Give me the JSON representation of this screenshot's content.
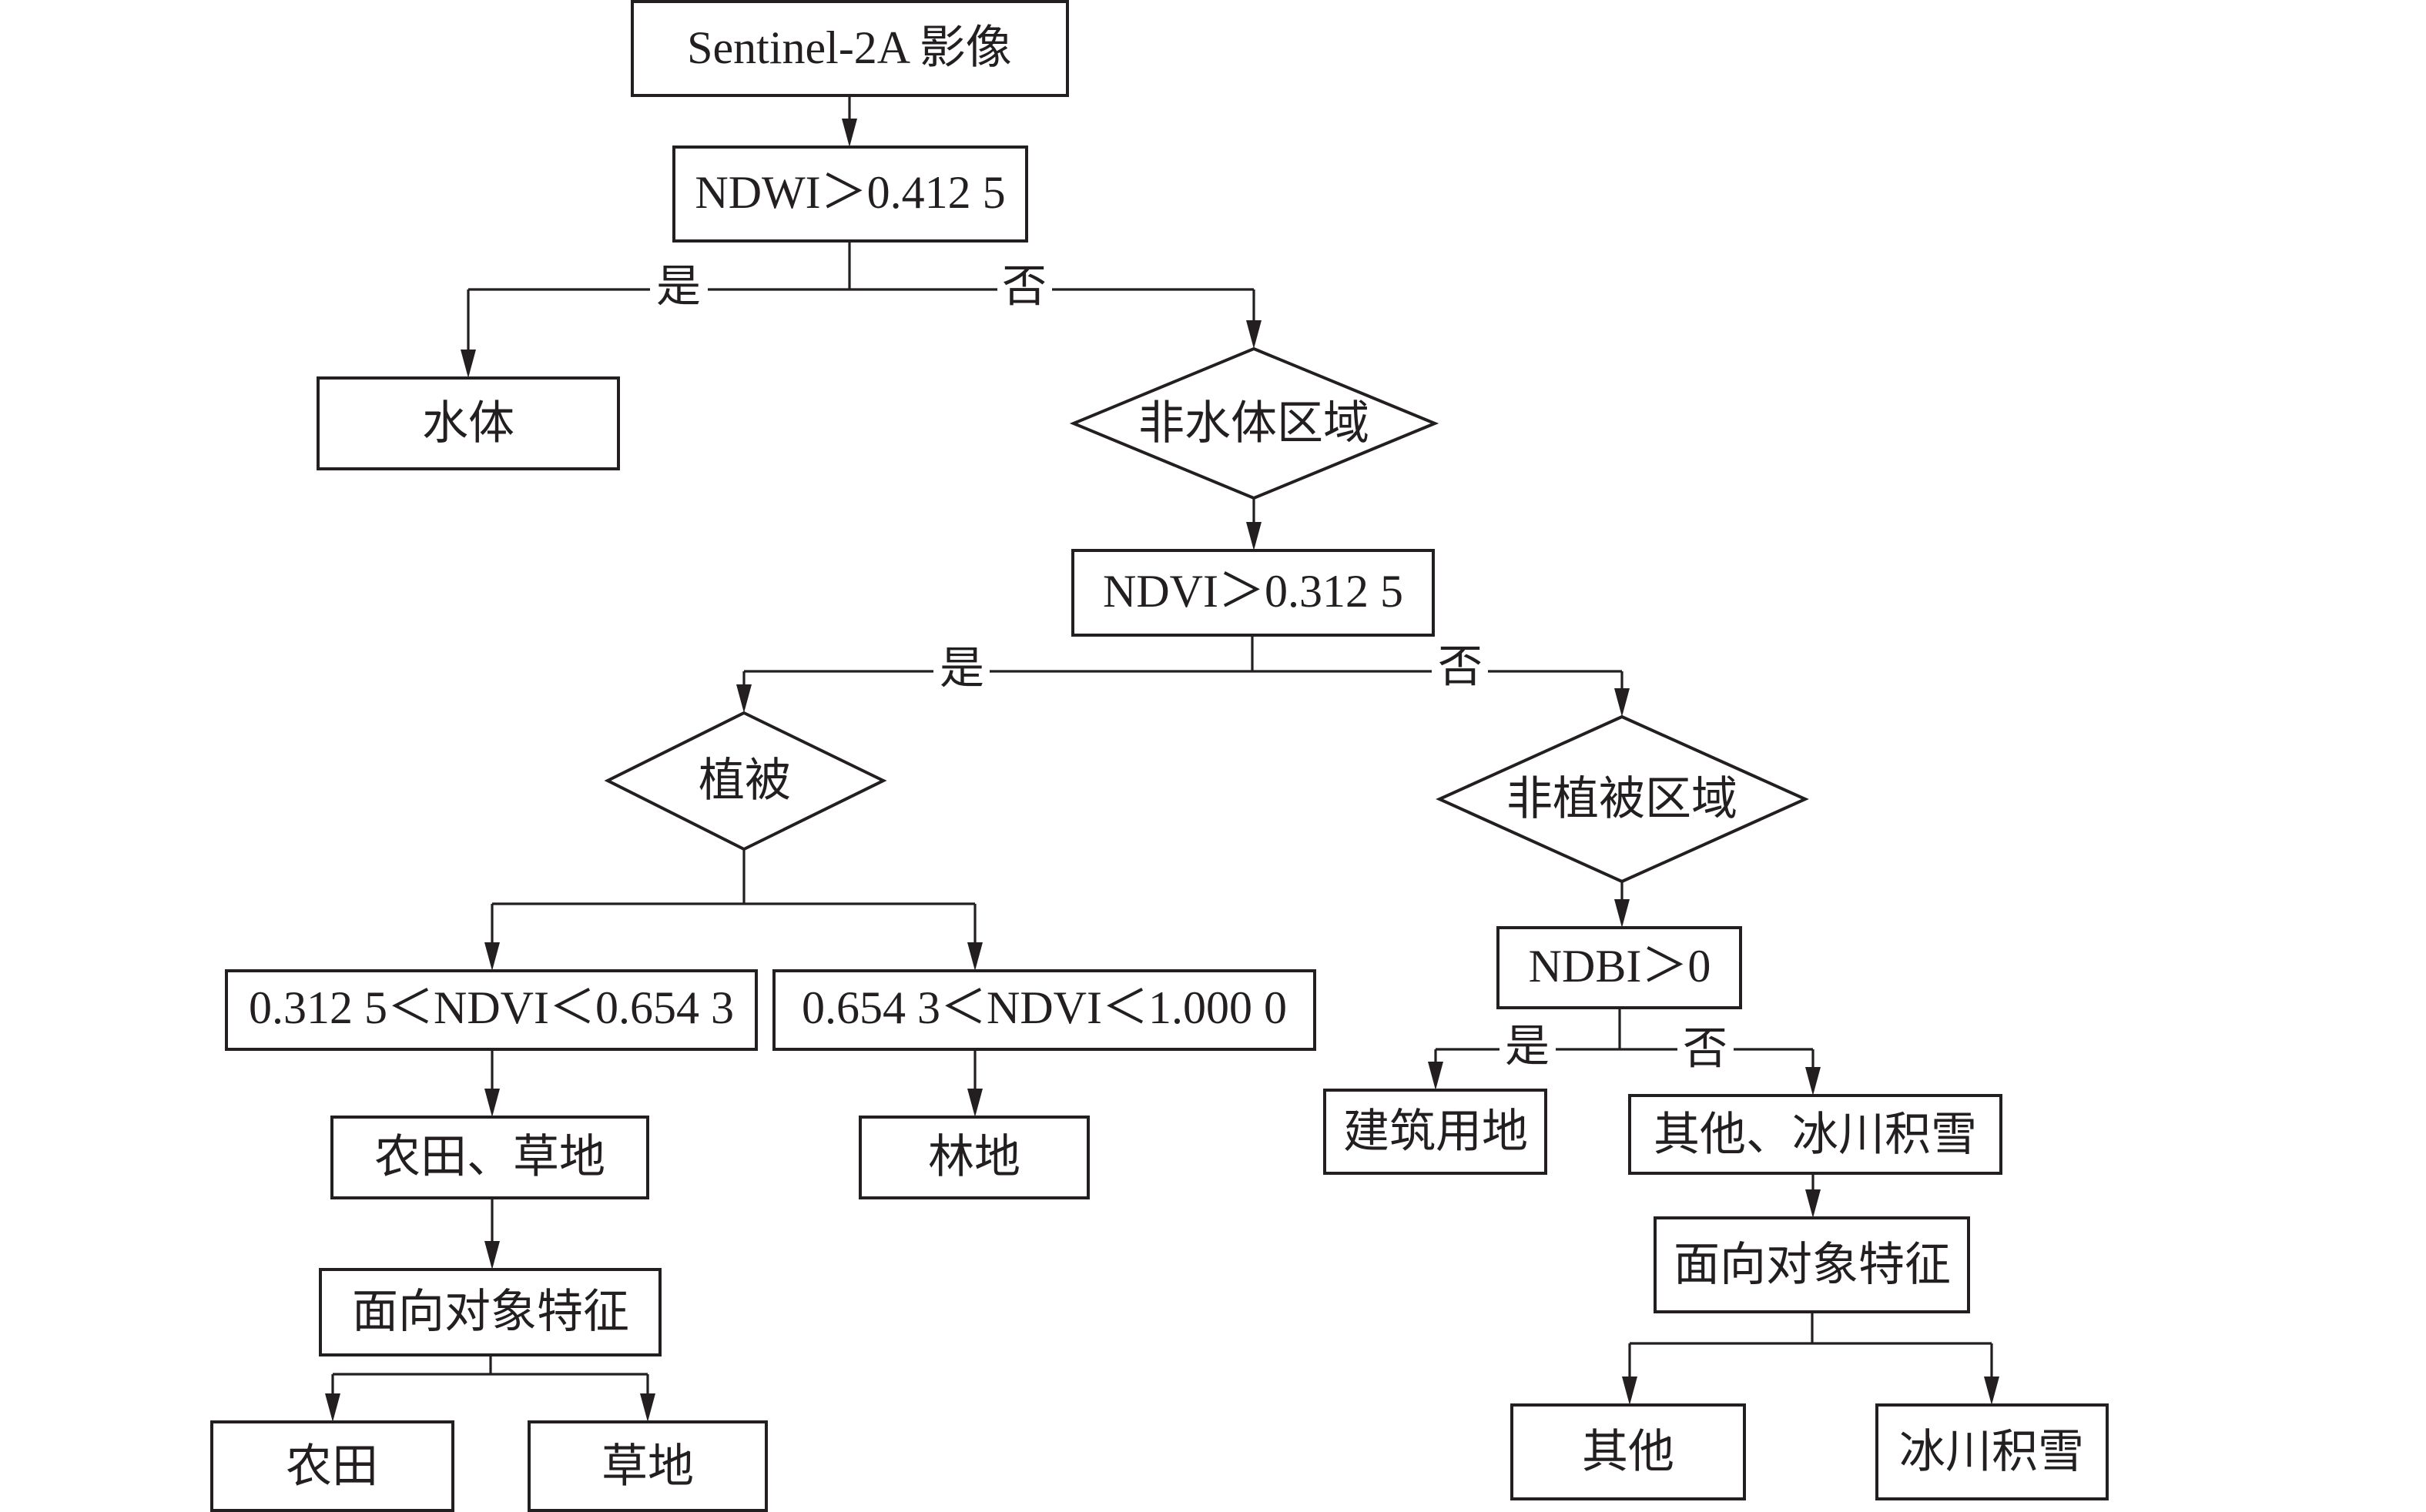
{
  "colors": {
    "stroke": "#231f20",
    "text": "#231f20",
    "background": "#ffffff"
  },
  "nodes": {
    "source": {
      "label": "Sentinel-2A 影像",
      "shape": "rect"
    },
    "ndwi_test": {
      "label": "NDWI＞0.412 5",
      "shape": "rect"
    },
    "water": {
      "label": "水体",
      "shape": "rect"
    },
    "non_water": {
      "label": "非水体区域",
      "shape": "diamond"
    },
    "ndvi_test": {
      "label": "NDVI＞0.312 5",
      "shape": "rect"
    },
    "vegetation": {
      "label": "植被",
      "shape": "diamond"
    },
    "non_vegetation": {
      "label": "非植被区域",
      "shape": "diamond"
    },
    "ndvi_low_range": {
      "label": "0.312 5＜NDVI＜0.654 3",
      "shape": "rect"
    },
    "ndvi_high_range": {
      "label": "0.654 3＜NDVI＜1.000 0",
      "shape": "rect"
    },
    "ndbi_test": {
      "label": "NDBI＞0",
      "shape": "rect"
    },
    "cropland_grassland": {
      "label": "农田、草地",
      "shape": "rect"
    },
    "forest": {
      "label": "林地",
      "shape": "rect"
    },
    "built_up": {
      "label": "建筑用地",
      "shape": "rect"
    },
    "other_glacier_snow": {
      "label": "其他、冰川积雪",
      "shape": "rect"
    },
    "object_features_left": {
      "label": "面向对象特征",
      "shape": "rect"
    },
    "object_features_right": {
      "label": "面向对象特征",
      "shape": "rect"
    },
    "cropland": {
      "label": "农田",
      "shape": "rect"
    },
    "grassland": {
      "label": "草地",
      "shape": "rect"
    },
    "other": {
      "label": "其他",
      "shape": "rect"
    },
    "glacier_snow": {
      "label": "冰川积雪",
      "shape": "rect"
    }
  },
  "edges": [
    {
      "from": "source",
      "to": "ndwi_test"
    },
    {
      "from": "ndwi_test",
      "to": "water",
      "label": "是"
    },
    {
      "from": "ndwi_test",
      "to": "non_water",
      "label": "否"
    },
    {
      "from": "non_water",
      "to": "ndvi_test"
    },
    {
      "from": "ndvi_test",
      "to": "vegetation",
      "label": "是"
    },
    {
      "from": "ndvi_test",
      "to": "non_vegetation",
      "label": "否"
    },
    {
      "from": "vegetation",
      "to": "ndvi_low_range"
    },
    {
      "from": "vegetation",
      "to": "ndvi_high_range"
    },
    {
      "from": "ndvi_low_range",
      "to": "cropland_grassland"
    },
    {
      "from": "ndvi_high_range",
      "to": "forest"
    },
    {
      "from": "cropland_grassland",
      "to": "object_features_left"
    },
    {
      "from": "object_features_left",
      "to": "cropland"
    },
    {
      "from": "object_features_left",
      "to": "grassland"
    },
    {
      "from": "non_vegetation",
      "to": "ndbi_test"
    },
    {
      "from": "ndbi_test",
      "to": "built_up",
      "label": "是"
    },
    {
      "from": "ndbi_test",
      "to": "other_glacier_snow",
      "label": "否"
    },
    {
      "from": "other_glacier_snow",
      "to": "object_features_right"
    },
    {
      "from": "object_features_right",
      "to": "other"
    },
    {
      "from": "object_features_right",
      "to": "glacier_snow"
    }
  ]
}
